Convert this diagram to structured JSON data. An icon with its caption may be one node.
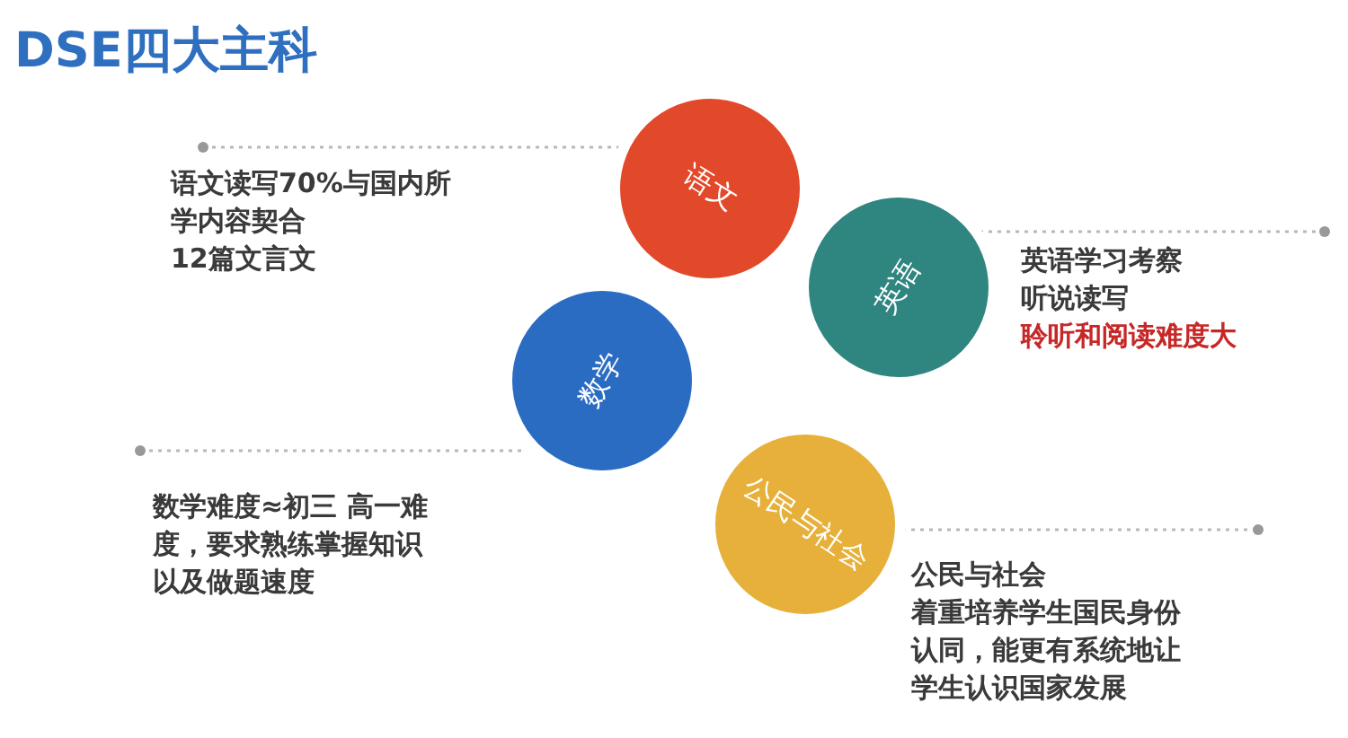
{
  "diagram": {
    "title": "DSE四大主科",
    "nodes": [
      {
        "text": [
          "语文"
        ]
      },
      {
        "text": [
          "英语"
        ]
      },
      {
        "text": [
          "数学"
        ]
      },
      {
        "text": [
          "公民与社会"
        ]
      }
    ],
    "labels": [
      "语文读写70%与国内所学内容契合",
      "12篇文言文",
      "英语学习考察",
      "听说读写",
      "聆听和阅读难度大",
      "数学难度≈初三 高一难度，要求熟练掌握知识以及做题速度",
      "公民与社会",
      "着重培养学生国民身份认同，能更有系统地让学生认识国家发展"
    ]
  }
}
